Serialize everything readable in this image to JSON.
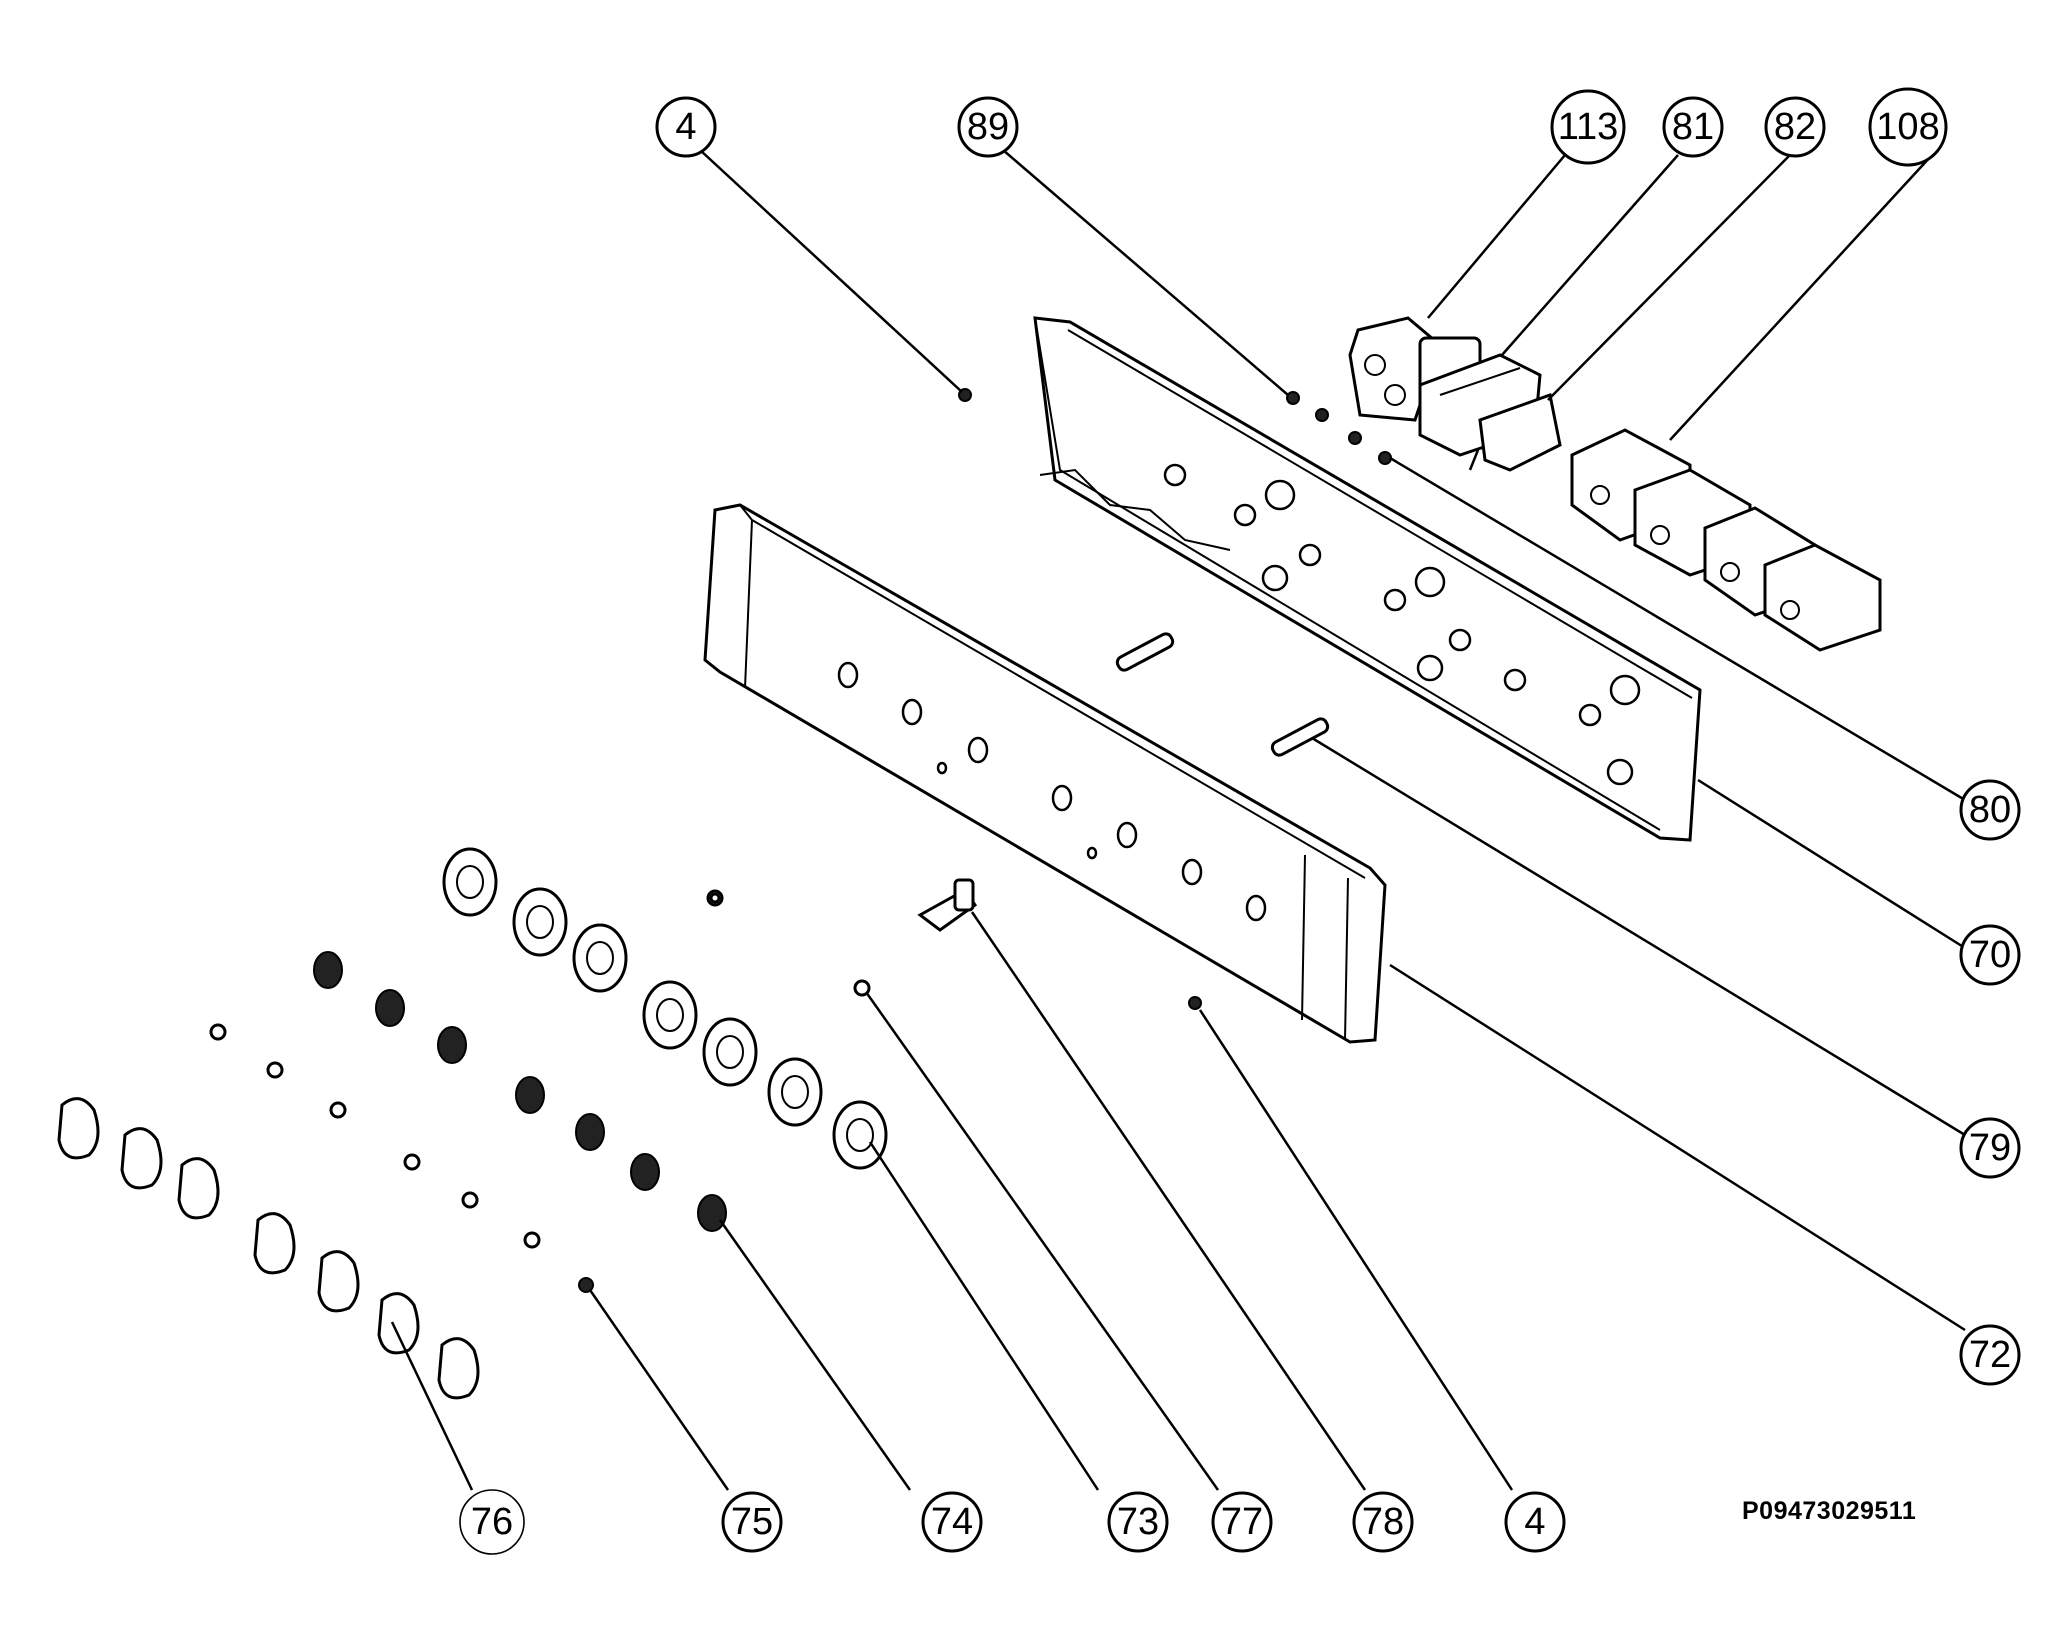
{
  "diagram": {
    "reference_code": "P09473029511",
    "callouts": [
      {
        "id": "top-4",
        "label": "4"
      },
      {
        "id": "89",
        "label": "89"
      },
      {
        "id": "113",
        "label": "113"
      },
      {
        "id": "81",
        "label": "81"
      },
      {
        "id": "82",
        "label": "82"
      },
      {
        "id": "108",
        "label": "108"
      },
      {
        "id": "80",
        "label": "80"
      },
      {
        "id": "70",
        "label": "70"
      },
      {
        "id": "79",
        "label": "79"
      },
      {
        "id": "72",
        "label": "72"
      },
      {
        "id": "76",
        "label": "76"
      },
      {
        "id": "75",
        "label": "75"
      },
      {
        "id": "74",
        "label": "74"
      },
      {
        "id": "73",
        "label": "73"
      },
      {
        "id": "77",
        "label": "77"
      },
      {
        "id": "78",
        "label": "78"
      },
      {
        "id": "bottom-4",
        "label": "4"
      }
    ]
  }
}
